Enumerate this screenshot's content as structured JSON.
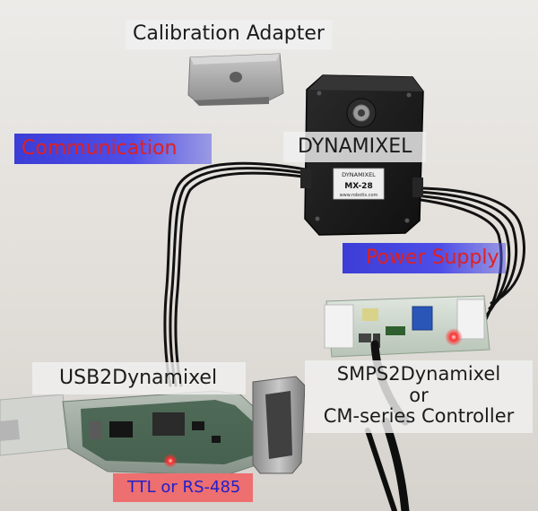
{
  "labels": {
    "calibration_adapter": "Calibration Adapter",
    "communication": "Communication",
    "dynamixel": "DYNAMIXEL",
    "power_supply": "Power Supply",
    "usb2dynamixel": "USB2Dynamixel",
    "smps_line1": "SMPS2Dynamixel",
    "smps_line2": "or",
    "smps_line3": "CM-series Controller",
    "ttl_rs485": "TTL or RS-485"
  },
  "servo_label": {
    "brand": "DYNAMIXEL",
    "model": "MX-28",
    "url": "www.robotis.com"
  },
  "colors": {
    "background": "#e7e4e0",
    "servo_body": "#1c1c1c",
    "cable": "#111111",
    "usb_board": "#2f4f2f",
    "smps_board": "#3f7a3f",
    "adapter": "#a8a8a8",
    "led": "#ff2a2a"
  }
}
